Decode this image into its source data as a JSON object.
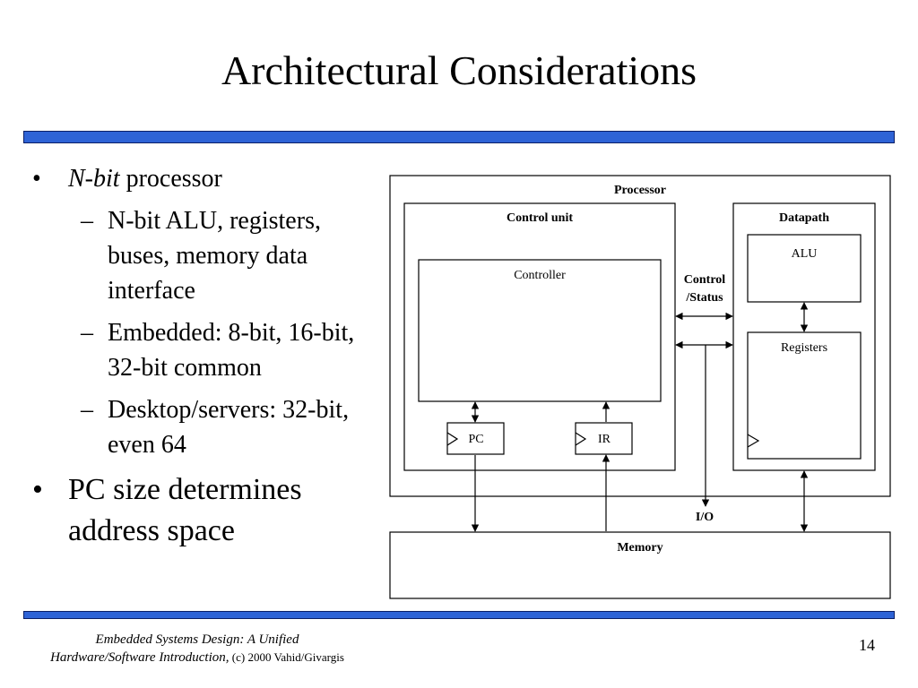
{
  "slide": {
    "title": "Architectural Considerations",
    "bullets": {
      "b1_italic": "N-bit",
      "b1_rest": " processor",
      "sub1": "N-bit ALU, registers, buses, memory data interface",
      "sub2": "Embedded: 8-bit, 16-bit, 32-bit common",
      "sub3": "Desktop/servers: 32-bit, even 64",
      "b2": "PC size determines address space"
    },
    "bullet_glyph": "•",
    "dash_glyph": "–"
  },
  "diagram": {
    "processor": "Processor",
    "control_unit": "Control unit",
    "controller": "Controller",
    "pc": "PC",
    "ir": "IR",
    "datapath": "Datapath",
    "alu": "ALU",
    "registers": "Registers",
    "control_status_1": "Control",
    "control_status_2": "/Status",
    "io": "I/O",
    "memory": "Memory"
  },
  "footer": {
    "line1": "Embedded Systems Design: A Unified",
    "line2_italic": "Hardware/Software Introduction,",
    "line2_plain": " (c) 2000 Vahid/Givargis",
    "page_number": "14"
  },
  "colors": {
    "accent_bar": "#2e63d6"
  }
}
